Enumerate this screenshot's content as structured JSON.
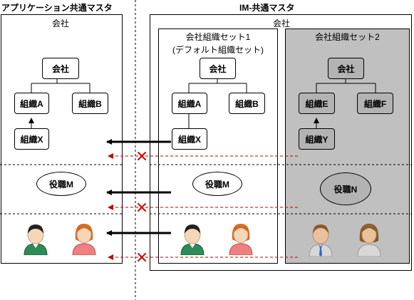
{
  "headings": {
    "app_master": "アプリケーション共通マスタ",
    "im_master": "IM-共通マスタ"
  },
  "app": {
    "company_label": "会社",
    "company": "会社",
    "org_a": "組織A",
    "org_b": "組織B",
    "org_x": "組織X",
    "post": "役職M"
  },
  "im": {
    "company_label": "会社",
    "set1": {
      "title_line1": "会社組織セット1",
      "title_line2": "(デフォルト組織セット)",
      "company": "会社",
      "org_a": "組織A",
      "org_b": "組織B",
      "org_x": "組織X",
      "post": "役職M"
    },
    "set2": {
      "title": "会社組織セット2",
      "company": "会社",
      "org_e": "組織E",
      "org_f": "組織F",
      "org_y": "組織Y",
      "post": "役職N"
    }
  },
  "colors": {
    "panel_gray": "#c0c0c0",
    "dim_node": "#b3b3b3",
    "blocked_arrow": "#c00000",
    "cross": "#e00000"
  },
  "icons": [
    "user-male-icon",
    "user-female-icon",
    "user-male-suit-icon",
    "user-female-dim-icon",
    "cross-icon"
  ]
}
